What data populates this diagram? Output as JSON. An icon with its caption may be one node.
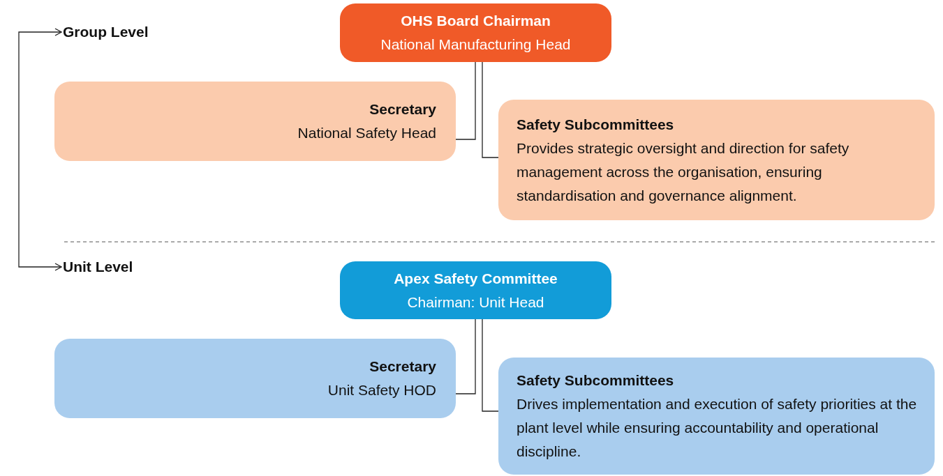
{
  "diagram": {
    "nodes": [
      {
        "text": [
          "Group Level"
        ]
      },
      {
        "text": [
          "Unit Level"
        ]
      },
      {
        "text": [
          "OHS Board Chairman",
          "National Manufacturing Head"
        ]
      },
      {
        "text": [
          "Secretary",
          "National Safety Head"
        ]
      },
      {
        "text": [
          "Safety Subcommittees",
          "Provides strategic oversight and direction for safety management across the organisation, ensuring standardisation and governance alignment."
        ]
      },
      {
        "text": [
          "Apex Safety Committee",
          "Chairman: Unit Head"
        ]
      },
      {
        "text": [
          "Secretary",
          "Unit Safety HOD"
        ]
      },
      {
        "text": [
          "Safety Subcommittees",
          "Drives implementation and execution of safety priorities at the plant level while ensuring accountability and operational discipline."
        ]
      }
    ],
    "edges": [
      {
        "from": 0,
        "to": 1,
        "arrow": "both"
      },
      {
        "from": 2,
        "to": 3,
        "arrow": "none"
      },
      {
        "from": 2,
        "to": 4,
        "arrow": "none"
      },
      {
        "from": 5,
        "to": 6,
        "arrow": "none"
      },
      {
        "from": 5,
        "to": 7,
        "arrow": "none"
      }
    ]
  }
}
